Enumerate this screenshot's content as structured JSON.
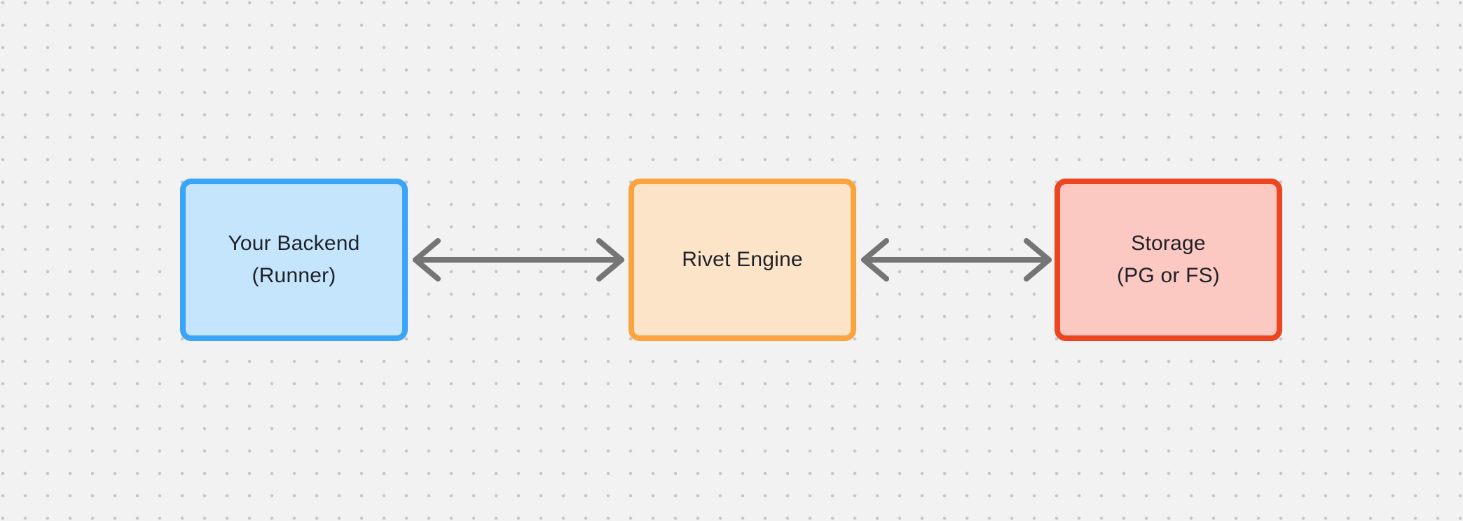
{
  "canvas": {
    "background_color": "#f2f2f2",
    "dot_color": "#c7c7c7"
  },
  "diagram": {
    "text_color": "#1f2128",
    "nodes": [
      {
        "id": "your-backend",
        "lines": [
          "Your Backend",
          "(Runner)"
        ],
        "border_color": "#3aa5f7",
        "fill_color": "#c4e5fb"
      },
      {
        "id": "rivet-engine",
        "lines": [
          "Rivet Engine"
        ],
        "border_color": "#f9a43e",
        "fill_color": "#fce4c8"
      },
      {
        "id": "storage",
        "lines": [
          "Storage",
          "(PG or FS)"
        ],
        "border_color": "#ec4520",
        "fill_color": "#fcc8c2"
      }
    ],
    "connectors": [
      {
        "from": "your-backend",
        "to": "rivet-engine",
        "type": "double-arrow",
        "color": "#757575"
      },
      {
        "from": "rivet-engine",
        "to": "storage",
        "type": "double-arrow",
        "color": "#757575"
      }
    ]
  }
}
